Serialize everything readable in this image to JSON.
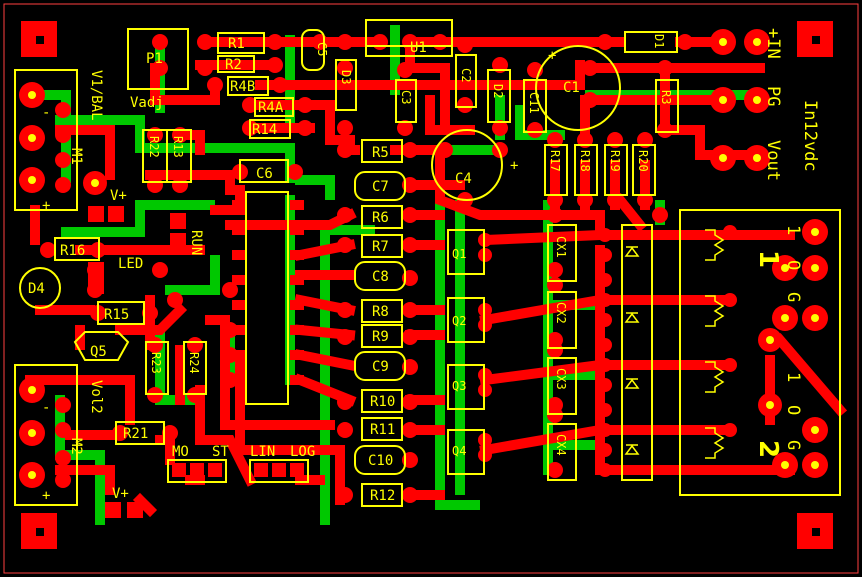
{
  "colors": {
    "background": "#000000",
    "top_copper": "#ff0000",
    "bottom_copper": "#00cc00",
    "silkscreen": "#ffff00",
    "board_outline": "#ff0000"
  },
  "components": {
    "P1": "P1",
    "Vadj": "Vadj",
    "R1": "R1",
    "R2": "R2",
    "R4B": "R4B",
    "R4A": "R4A",
    "R14": "R14",
    "C5": "C5",
    "U1": "U1",
    "D3": "D3",
    "C3": "C3",
    "C2": "C2",
    "D2": "D2",
    "C11": "C11",
    "C1": "C1",
    "D1": "D1",
    "R3": "R3",
    "R22": "R22",
    "R13": "R13",
    "C6": "C6",
    "R5": "R5",
    "C7": "C7",
    "R6": "R6",
    "R7": "R7",
    "C8": "C8",
    "R8": "R8",
    "R9": "R9",
    "C9": "C9",
    "R10": "R10",
    "R11": "R11",
    "C10": "C10",
    "R12": "R12",
    "C4": "C4",
    "R17": "R17",
    "R18": "R18",
    "R19": "R19",
    "R20": "R20",
    "Q1": "Q1",
    "Q2": "Q2",
    "Q3": "Q3",
    "Q4": "Q4",
    "CX1": "CX1",
    "CX2": "CX2",
    "CX3": "CX3",
    "CX4": "CX4",
    "R16": "R16",
    "LED": "LED",
    "D4": "D4",
    "R15": "R15",
    "Q5": "Q5",
    "R23": "R23",
    "R24": "R24",
    "R21": "R21",
    "RUN": "RUN",
    "M1": "M1",
    "M2": "M2",
    "V1_BAL": "V1/BAL",
    "Vol2": "Vol2"
  },
  "connectors": {
    "MO": "MO",
    "ST": "ST",
    "LIN": "LIN",
    "LOG": "LOG",
    "V_top": "V+",
    "V_bot": "V+",
    "minus1": "-",
    "plus1": "+",
    "minus2": "-",
    "plus2": "+"
  },
  "power_labels": {
    "in": "+IN",
    "pg": "PG",
    "vout": "Vout",
    "in12vdc": "In12vdc",
    "plus_c1": "+",
    "plus_c4": "+"
  },
  "output_connector": {
    "num1": "1",
    "num2": "2",
    "row1": [
      "1",
      "O",
      "G"
    ],
    "row2": [
      "1",
      "O",
      "G"
    ]
  }
}
